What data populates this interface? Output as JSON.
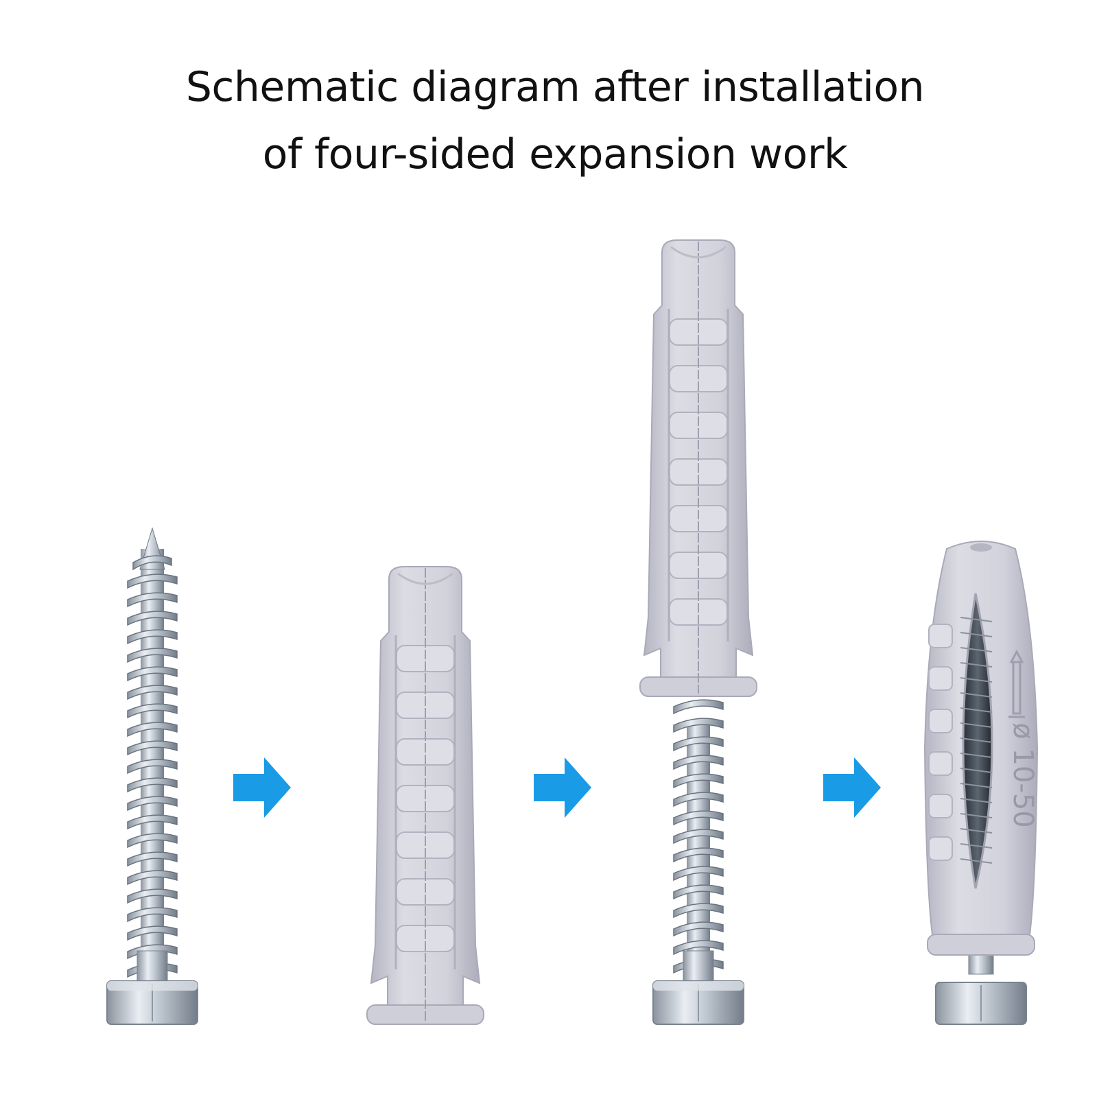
{
  "title": {
    "line1": "Schematic diagram after installation",
    "line2": "of four-sided expansion work"
  },
  "steps": [
    {
      "name": "screw"
    },
    {
      "name": "expansion-anchor"
    },
    {
      "name": "screw-inserted-anchor"
    },
    {
      "name": "expanded-anchor"
    }
  ],
  "anchor_marking": "ø 10-50",
  "colors": {
    "arrow": "#1a9be6",
    "plastic": "#d3d3dd",
    "plastic_shade": "#b9b9c6",
    "metal": "#c5ccd4",
    "metal_dark": "#7d8793"
  }
}
